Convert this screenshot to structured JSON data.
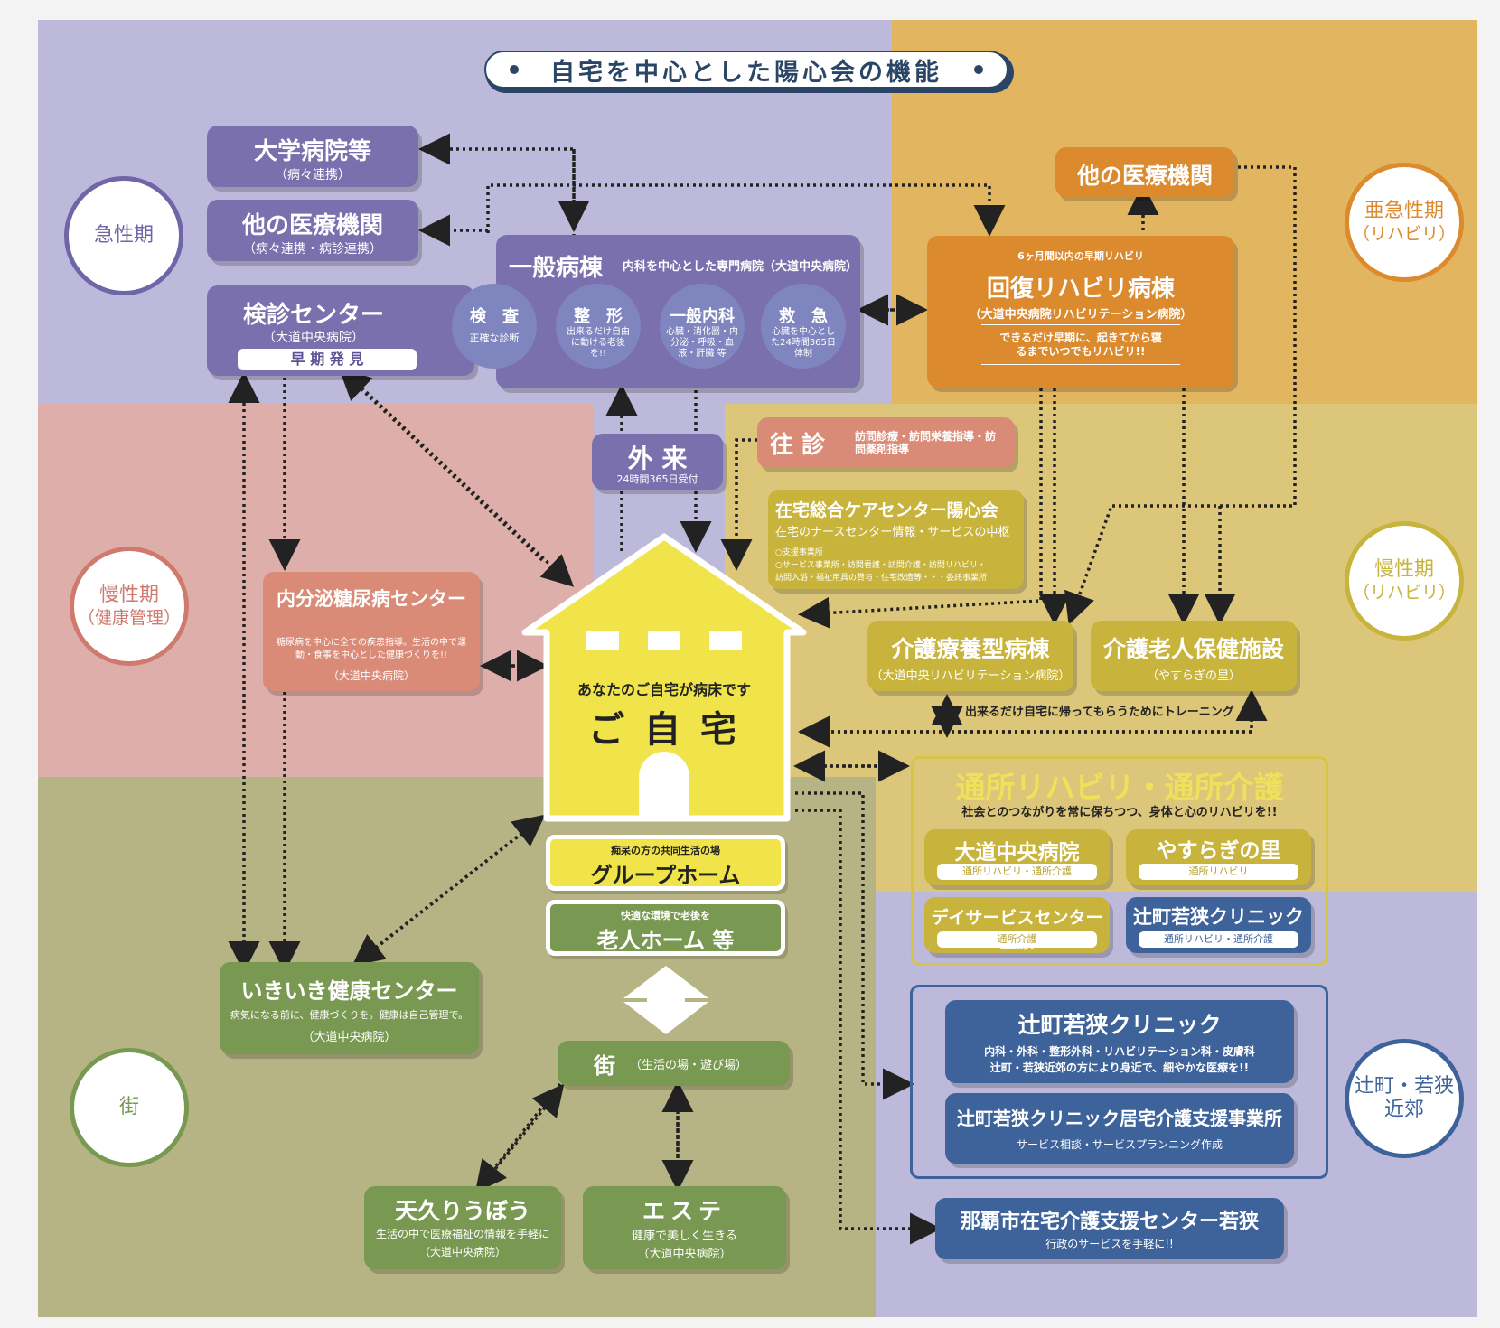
{
  "title": "自宅を中心とした陽心会の機能",
  "colors": {
    "zone_acute": "#bcb9da",
    "zone_subacute": "#e2b561",
    "zone_chronic_health": "#deafaa",
    "zone_chronic_rehab": "#dcc67a",
    "zone_town": "#b6b384",
    "zone_tsuji": "#bcb9da",
    "house": "#f0e44a",
    "purple": "#7a70ad",
    "orange": "#dc8a2e",
    "salmon": "#d98b78",
    "olive": "#c8b43c",
    "green": "#799851",
    "blue": "#3e629a"
  },
  "phases": {
    "acute": "急性期",
    "subacute": {
      "line1": "亜急性期",
      "line2": "（リハビリ）"
    },
    "chronic_health": {
      "line1": "慢性期",
      "line2": "（健康管理）"
    },
    "chronic_rehab": {
      "line1": "慢性期",
      "line2": "（リハビリ）"
    },
    "town": "街",
    "tsuji": {
      "line1": "辻町・若狭",
      "line2": "近郊"
    }
  },
  "univ_hospital": {
    "title": "大学病院等",
    "sub": "（病々連携）"
  },
  "other_med_left": {
    "title": "他の医療機関",
    "sub": "（病々連携・病診連携）"
  },
  "checkup": {
    "title": "検診センター",
    "sub": "（大道中央病院）",
    "pill": "早 期 発 見"
  },
  "general_ward": {
    "title": "一般病棟",
    "sub": "内科を中心とした専門病院（大道中央病院）",
    "items": [
      {
        "title": "検　査",
        "desc": "正確な診断"
      },
      {
        "title": "整　形",
        "desc": "出来るだけ自由に動ける老後を!!"
      },
      {
        "title": "一般内科",
        "desc": "心臓・消化器・内分泌・呼吸・血液・肝臓 等"
      },
      {
        "title": "救　急",
        "desc": "心臓を中心とした24時間365日体制"
      }
    ]
  },
  "other_med_right": {
    "title": "他の医療機関"
  },
  "recovery_ward": {
    "top": "6ヶ月間以内の早期リハビリ",
    "title": "回復リハビリ病棟",
    "sub": "（大道中央病院リハビリテーション病院）",
    "note": "できるだけ早期に、起きてから寝るまでいつでもリハビリ!!"
  },
  "outpatient": {
    "title": "外 来",
    "sub": "24時間365日受付"
  },
  "home_visit": {
    "title": "往 診",
    "sub": "訪問診療・訪問栄養指導・訪問薬剤指導"
  },
  "care_center": {
    "title": "在宅総合ケアセンター陽心会",
    "sub": "在宅のナースセンター情報・サービスの中枢",
    "line1": "○支援事業所",
    "line2": "○サービス事業所・訪問看護・訪問介護・訪問リハビリ・",
    "line3": "訪問入浴・福祉用具の貸与・住宅改造等・・・委託事業所"
  },
  "endocrine": {
    "title": "内分泌糖尿病センター",
    "desc": "糖尿病を中心に全ての疾患指導。生活の中で運動・食事を中心とした健康づくりを!!",
    "sub": "（大道中央病院）"
  },
  "house": {
    "sub": "あなたのご自宅が病床です",
    "title": "ご 自 宅"
  },
  "care_ward": {
    "title": "介護療養型病棟",
    "sub": "（大道中央リハビリテーション病院）"
  },
  "nursing_facility": {
    "title": "介護老人保健施設",
    "sub": "（やすらぎの里）"
  },
  "training_note": "出来るだけ自宅に帰ってもらうためにトレーニング",
  "day_rehab": {
    "title": "通所リハビリ・通所介護",
    "sub": "社会とのつながりを常に保ちつつ、身体と心のリハビリを!!",
    "items": [
      {
        "title": "大道中央病院",
        "pill": "通所リハビリ・通所介護"
      },
      {
        "title": "やすらぎの里",
        "pill": "通所リハビリ"
      },
      {
        "title": "デイサービスセンター三原",
        "pill": "通所介護"
      },
      {
        "title": "辻町若狭クリニック",
        "pill": "通所リハビリ・通所介護"
      }
    ]
  },
  "group_home": {
    "sub": "痴呆の方の共同生活の場",
    "title": "グループホーム"
  },
  "elderly_home": {
    "sub": "快適な環境で老後を",
    "title": "老人ホーム 等"
  },
  "town_box": {
    "title": "街",
    "sub": "（生活の場・遊び場）"
  },
  "ikiiki": {
    "title": "いきいき健康センター",
    "desc": "病気になる前に、健康づくりを。健康は自己管理で。",
    "sub": "（大道中央病院）"
  },
  "tenku": {
    "title": "天久りうぼう",
    "desc": "生活の中で医療福祉の情報を手軽に",
    "sub": "（大道中央病院）"
  },
  "este": {
    "title": "エステ",
    "desc": "健康で美しく生きる",
    "sub": "（大道中央病院）"
  },
  "tsuji_clinic": {
    "title": "辻町若狭クリニック",
    "line1": "内科・外科・整形外科・リハビリテーション科・皮膚科",
    "line2": "辻町・若狭近郊の方により身近で、細やかな医療を!!"
  },
  "tsuji_support": {
    "title": "辻町若狭クリニック居宅介護支援事業所",
    "sub": "サービス相談・サービスプランニング作成"
  },
  "naha_center": {
    "title": "那覇市在宅介護支援センター若狭",
    "sub": "行政のサービスを手軽に!!"
  }
}
